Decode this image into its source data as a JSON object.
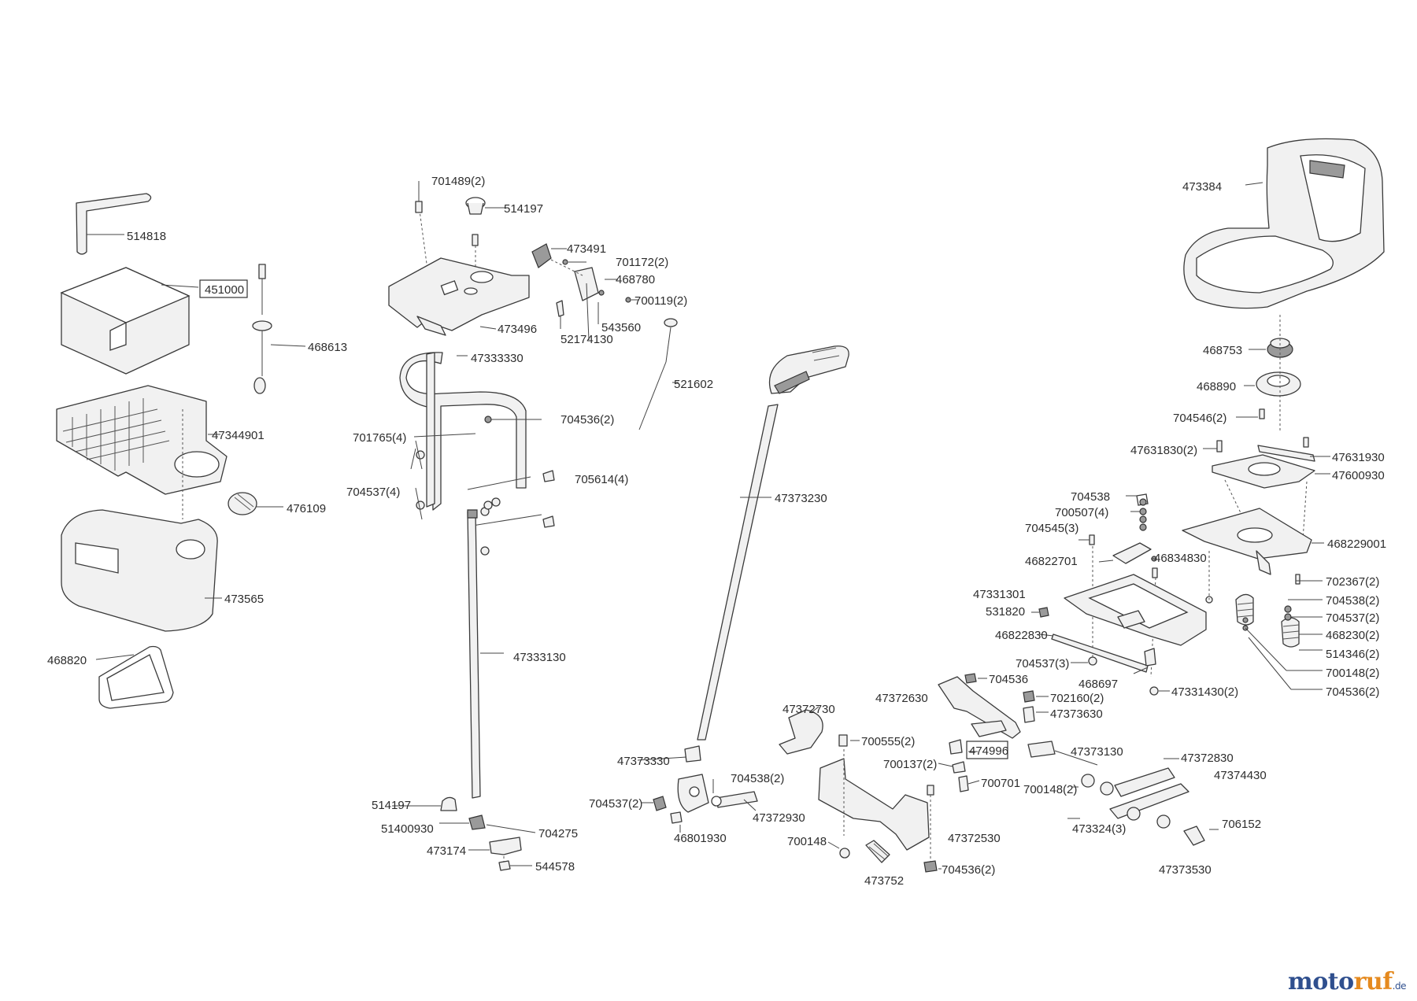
{
  "brand": {
    "part1": "moto",
    "part2": "ruf",
    "part3": ".de"
  },
  "labels": [
    "514818",
    "451000",
    "468613",
    "47344901",
    "476109",
    "473565",
    "468820",
    "701489(2)",
    "514197",
    "473491",
    "701172(2)",
    "468780",
    "700119(2)",
    "473496",
    "52174130",
    "543560",
    "47333330",
    "521602",
    "704536(2)",
    "701765(4)",
    "705614(4)",
    "704537(4)",
    "47333130",
    "514197",
    "51400930",
    "704275",
    "473174",
    "544578",
    "47373230",
    "47373330",
    "704538(2)",
    "704537(2)",
    "47372930",
    "46801930",
    "47372730",
    "700555(2)",
    "474996",
    "700137(2)",
    "700701",
    "700148",
    "47372530",
    "473752",
    "704536(2)",
    "47372630",
    "704536",
    "702160(2)",
    "47373630",
    "47373130",
    "700148(2)",
    "47372830",
    "47374430",
    "473324(3)",
    "706152",
    "47373530",
    "473384",
    "468753",
    "468890",
    "704546(2)",
    "47631830(2)",
    "47631930",
    "47600930",
    "704538",
    "700507(4)",
    "704545(3)",
    "46822701",
    "46834830",
    "468229001",
    "47331301",
    "531820",
    "46822830",
    "704537(3)",
    "468697",
    "47331430(2)",
    "702367(2)",
    "704538(2)",
    "704537(2)",
    "468230(2)",
    "514346(2)",
    "700148(2)",
    "704536(2)"
  ]
}
